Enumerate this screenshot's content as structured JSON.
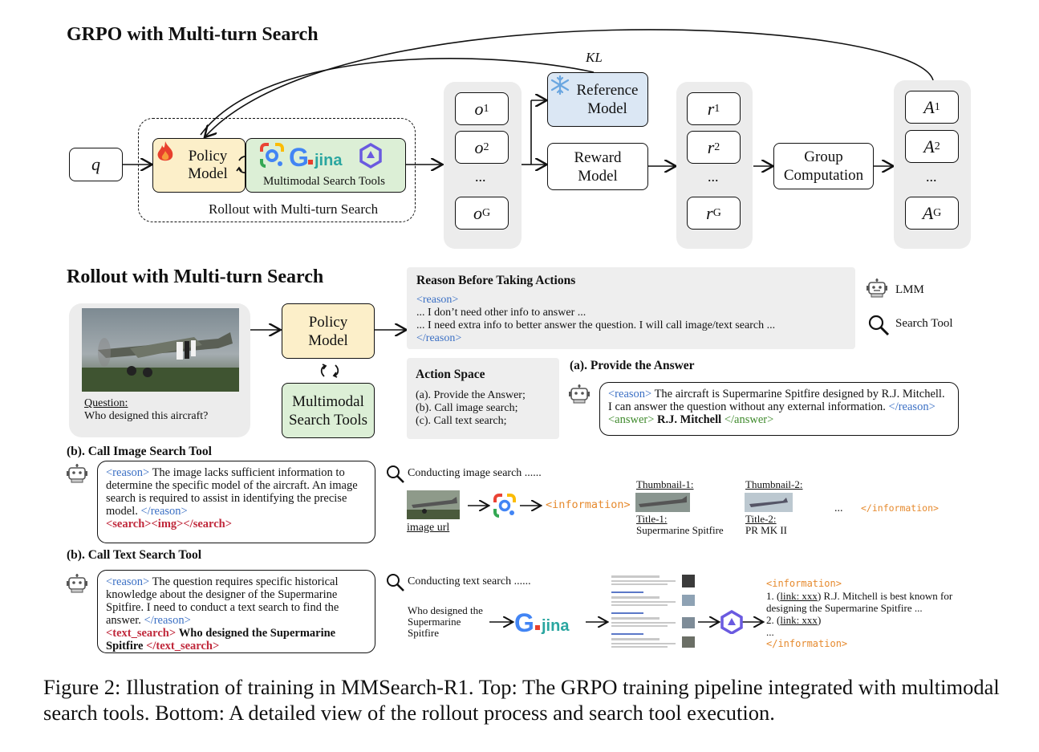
{
  "top": {
    "title": "GRPO with Multi-turn Search",
    "q_label": "q",
    "policy_model": "Policy Model",
    "tools_label": "Multimodal Search Tools",
    "rollout_label": "Rollout with Multi-turn Search",
    "outputs": [
      "o",
      "o",
      "...",
      "o"
    ],
    "output_subs": [
      "1",
      "2",
      "",
      "G"
    ],
    "kl_label": "KL",
    "reference_model": "Reference Model",
    "reward_model": "Reward Model",
    "rewards": [
      "r",
      "r",
      "...",
      "r"
    ],
    "reward_subs": [
      "1",
      "2",
      "",
      "G"
    ],
    "group_computation": "Group Computation",
    "advantages": [
      "A",
      "A",
      "...",
      "A"
    ],
    "advantage_subs": [
      "1",
      "2",
      "",
      "G"
    ]
  },
  "bottom": {
    "title": "Rollout with Multi-turn Search",
    "question_label": "Question:",
    "question_text": "Who designed this aircraft?",
    "policy_model": "Policy Model",
    "tools_label": "Multimodal Search Tools",
    "reason_title": "Reason Before Taking Actions",
    "reason_open": "<reason>",
    "reason_line1": "... I don’t need other info to answer ...",
    "reason_line2": "... I need extra info to better answer the question. I will call image/text search ...",
    "reason_close": "</reason>",
    "legend_lmm": "LMM",
    "legend_search": "Search Tool",
    "action_title": "Action Space",
    "action_items": [
      "(a). Provide the Answer;",
      "(b). Call image search;",
      "(c). Call text search;"
    ],
    "answer_title": "(a). Provide the Answer",
    "answer_reason_open": "<reason>",
    "answer_reason_text": "The aircraft is Supermarine Spitfire designed by R.J. Mitchell. I can answer the question without any external information.",
    "answer_reason_close": "</reason>",
    "answer_open": "<answer>",
    "answer_text": "R.J. Mitchell",
    "answer_close": "</answer>",
    "image_search_title": "(b). Call Image Search Tool",
    "image_reason_open": "<reason>",
    "image_reason_text": "The image lacks sufficient information to determine the specific model of the aircraft. An image search is required to assist in identifying the precise model.",
    "image_reason_close": "</reason>",
    "image_search_call": "<search><img></search>",
    "conducting_image": "Conducting image search ......",
    "image_url": "image url",
    "info_open": "<information>",
    "thumbnail1": "Thumbnail-1:",
    "title1": "Title-1:",
    "title1_value": "Supermarine Spitfire",
    "thumbnail2": "Thumbnail-2:",
    "title2": "Title-2:",
    "title2_value": "PR MK II",
    "ellipsis": "...",
    "info_close": "</information>",
    "text_search_title": "(b). Call Text Search Tool",
    "text_reason_open": "<reason>",
    "text_reason_text": "The question requires specific historical knowledge about the designer of the Supermarine Spitfire. I need to conduct a text search to find the answer.",
    "text_reason_close": "</reason>",
    "text_search_open": "<text_search>",
    "text_search_query": "Who designed the Supermarine Spitfire",
    "text_search_close": "</text_search>",
    "conducting_text": "Conducting text search ......",
    "query_text": "Who designed the Supermarine Spitfire",
    "result_info_open": "<information>",
    "result_line1_prefix": "1. (",
    "result_link": "link: xxx",
    "result_line1_suffix": ") R.J. Mitchell is best known for designing the Supermarine Spitfire ...",
    "result_line2_prefix": "2. (",
    "result_line2_suffix": ")",
    "result_ellipsis": "...",
    "result_info_close": "</information>"
  },
  "caption": "Figure 2: Illustration of training in MMSearch-R1. Top: The GRPO training pipeline integrated with multimodal search tools. Bottom: A detailed view of the rollout process and search tool execution.",
  "colors": {
    "policy_fill": "#fcefc9",
    "tools_fill": "#dcefd6",
    "reference_fill": "#dbe7f4",
    "column_fill": "#ececec",
    "tag_blue": "#3a6fc4",
    "tag_red": "#c0283b",
    "tag_green": "#3f8a2c",
    "tag_orange": "#e68a2e"
  },
  "icons": [
    "fire-icon",
    "snowflake-icon",
    "google-lens-icon",
    "google-icon",
    "jina-icon",
    "qwen-icon",
    "robot-icon",
    "magnifier-icon",
    "swap-arrows-icon"
  ]
}
